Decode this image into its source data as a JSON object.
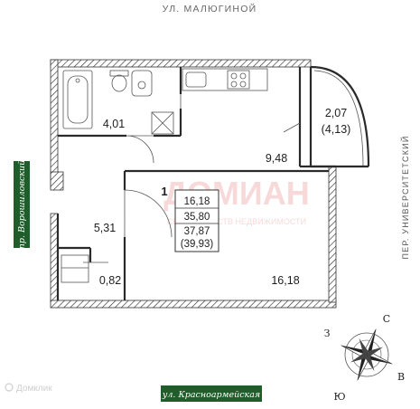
{
  "streets": {
    "top": "УЛ. МАЛЮГИНОЙ",
    "right": "ПЕР. УНИВЕРСИТЕТСКИЙ",
    "left": "пр. Ворошиловский",
    "bottom": "ул. Красноармейская"
  },
  "rooms": {
    "bathroom": "4,01",
    "kitchen": "9,48",
    "balcony": "2,07",
    "balcony_alt": "(4,13)",
    "hall": "5,31",
    "closet": "0,82",
    "living": "16,18"
  },
  "summary": {
    "rooms_count": "1",
    "living_area": "16,18",
    "main_area": "35,80",
    "total_area": "37,87",
    "total_area_alt": "(39,93)"
  },
  "watermark": {
    "title": "ДОМИАН",
    "subtitle": "СЕТЬ АГЕНТСТВ НЕДВИЖИМОСТИ"
  },
  "compass": {
    "north": "С",
    "east": "В",
    "south": "Ю",
    "west": "З"
  },
  "brand": "Домклик",
  "colors": {
    "street_tag": "#1f5e2a",
    "watermark": "#e97a7a"
  }
}
